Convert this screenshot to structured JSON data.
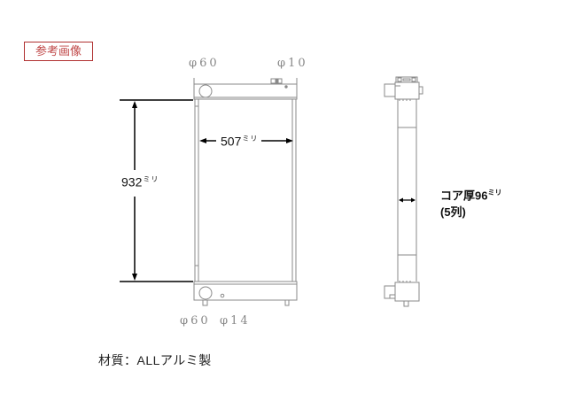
{
  "reference_label": "参考画像",
  "front_view": {
    "top_left_port": "φ60",
    "top_right_port": "φ10",
    "bottom_left_port": "φ60",
    "bottom_mid_port": "φ14",
    "height_value": "932",
    "height_unit": "ミリ",
    "width_value": "507",
    "width_unit": "ミリ"
  },
  "side_view": {
    "core_thickness_label": "コア厚96",
    "core_thickness_unit": "ミリ",
    "rows_label": "(5列)"
  },
  "material": "材質：ALLアルミ製",
  "colors": {
    "reference_border": "#b03030",
    "reference_text": "#c04848",
    "drawing_line": "#888888",
    "dimension_line": "#000000"
  }
}
